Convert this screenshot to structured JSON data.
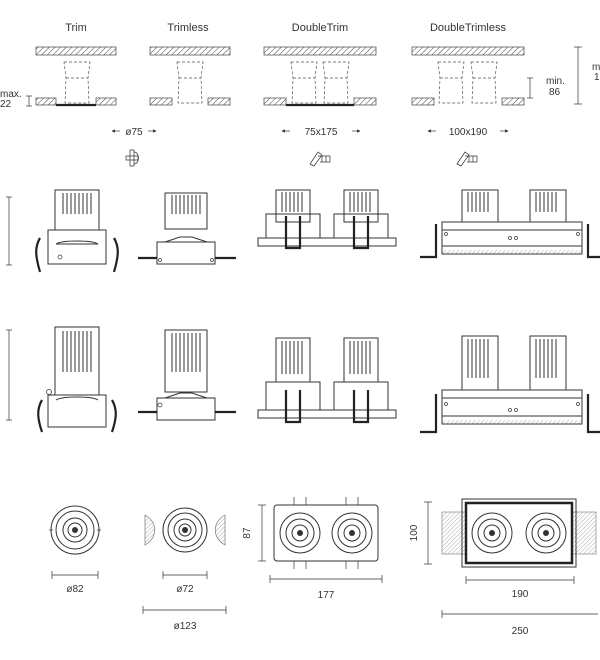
{
  "columns": {
    "trim": "Trim",
    "trimless": "Trimless",
    "double_trim": "DoubleTrim",
    "double_trimless": "DoubleTrimless"
  },
  "ceiling": {
    "max_label": "max.",
    "max_value": "22",
    "min_label": "min.",
    "min_value": "86",
    "right_label_top": "m",
    "right_label_bottom": "1"
  },
  "cutouts": {
    "trim": "ø75",
    "double_trim": "75x175",
    "double_trimless": "100x190"
  },
  "footprints": {
    "trim_width": "ø82",
    "trimless_inner": "ø72",
    "trimless_outer": "ø123",
    "double_trim_width": "177",
    "double_trim_height": "87",
    "double_trimless_width": "190",
    "double_trimless_height": "100",
    "double_trimless_outer": "250"
  },
  "icons": [
    "install-tool-icon",
    "install-tool-icon",
    "install-tool-icon"
  ]
}
